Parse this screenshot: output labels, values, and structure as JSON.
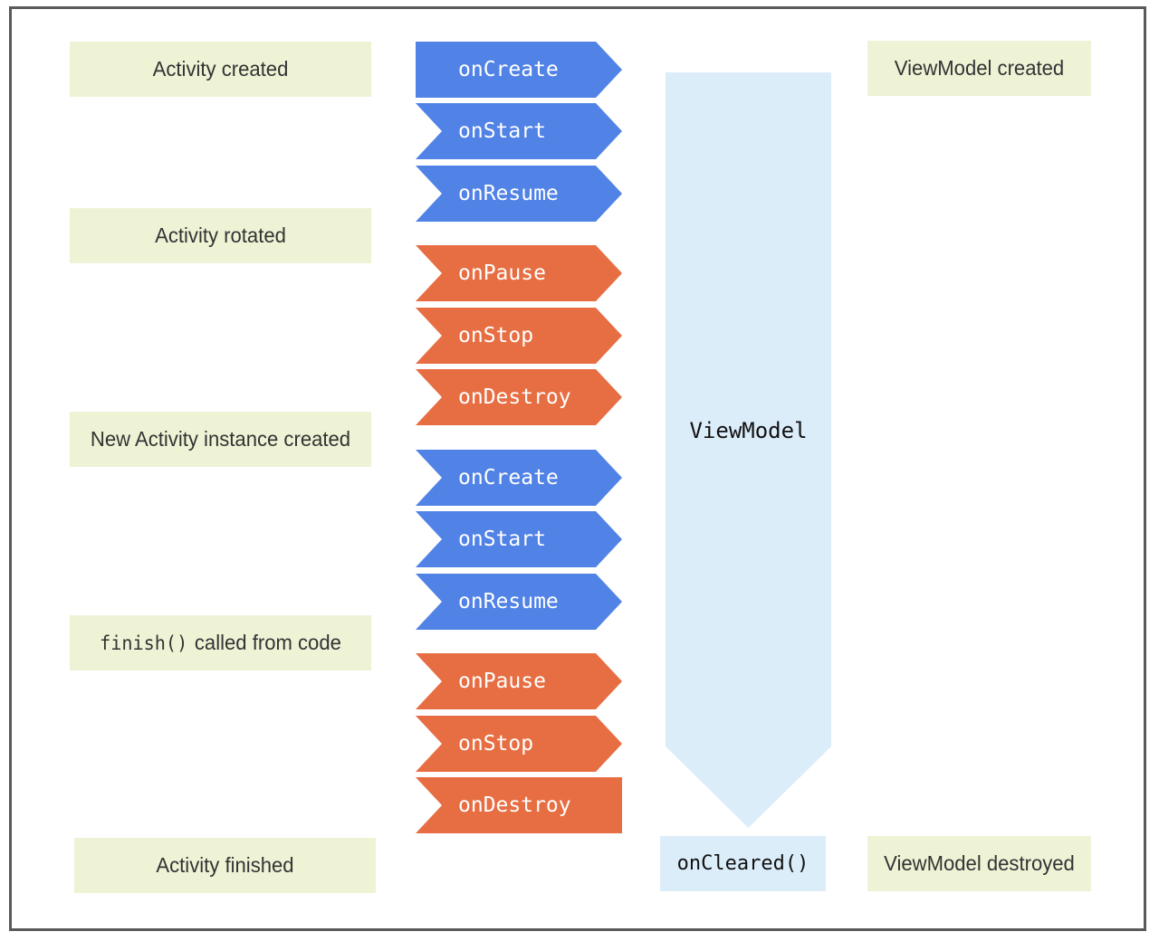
{
  "left_labels": {
    "activity_created": "Activity created",
    "activity_rotated": "Activity rotated",
    "new_instance": "New Activity instance created",
    "finish_code": "finish()",
    "finish_text": "called from code",
    "activity_finished": "Activity finished"
  },
  "steps": [
    {
      "label": "onCreate",
      "color": "#5182e6"
    },
    {
      "label": "onStart",
      "color": "#5182e6"
    },
    {
      "label": "onResume",
      "color": "#5182e6"
    },
    {
      "label": "onPause",
      "color": "#e76e43"
    },
    {
      "label": "onStop",
      "color": "#e76e43"
    },
    {
      "label": "onDestroy",
      "color": "#e76e43"
    },
    {
      "label": "onCreate",
      "color": "#5182e6"
    },
    {
      "label": "onStart",
      "color": "#5182e6"
    },
    {
      "label": "onResume",
      "color": "#5182e6"
    },
    {
      "label": "onPause",
      "color": "#e76e43"
    },
    {
      "label": "onStop",
      "color": "#e76e43"
    },
    {
      "label": "onDestroy",
      "color": "#e76e43"
    }
  ],
  "viewmodel": {
    "bar_label": "ViewModel",
    "cleared": "onCleared()"
  },
  "right_labels": {
    "created": "ViewModel created",
    "destroyed": "ViewModel destroyed"
  },
  "colors": {
    "lifecycle_create": "#5182e6",
    "lifecycle_destroy": "#e76e43",
    "event_box": "#eef3d6",
    "viewmodel": "#dcedfa"
  }
}
